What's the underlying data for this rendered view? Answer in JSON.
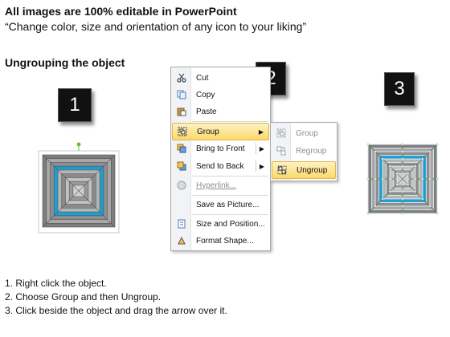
{
  "header": {
    "title": "All images are 100% editable in PowerPoint",
    "subtitle": "“Change color, size and orientation of any icon to your liking”"
  },
  "section_title": "Ungrouping the object",
  "steps_boxes": [
    "1",
    "2",
    "3"
  ],
  "context_menu": {
    "items": [
      {
        "label": "Cut",
        "icon": "scissors-icon",
        "disabled": false
      },
      {
        "label": "Copy",
        "icon": "copy-icon",
        "disabled": false
      },
      {
        "label": "Paste",
        "icon": "paste-icon",
        "disabled": false
      },
      {
        "label": "Group",
        "icon": "group-icon",
        "has_submenu": true,
        "highlighted": true
      },
      {
        "label": "Bring to Front",
        "icon": "bring-to-front-icon",
        "has_submenu": true
      },
      {
        "label": "Send to Back",
        "icon": "send-to-back-icon",
        "has_submenu": true
      },
      {
        "label": "Hyperlink...",
        "icon": "hyperlink-icon",
        "disabled": true
      },
      {
        "label": "Save as Picture...",
        "icon": "",
        "disabled": false
      },
      {
        "label": "Size and Position...",
        "icon": "size-position-icon",
        "disabled": false
      },
      {
        "label": "Format Shape...",
        "icon": "format-shape-icon",
        "disabled": false
      }
    ]
  },
  "submenu": {
    "items": [
      {
        "label": "Group",
        "icon": "group-icon",
        "disabled": true
      },
      {
        "label": "Regroup",
        "icon": "regroup-icon",
        "disabled": true
      },
      {
        "label": "Ungroup",
        "icon": "ungroup-icon",
        "highlighted": true
      }
    ]
  },
  "instructions": [
    "1.  Right click the object.",
    "2.  Choose Group and then Ungroup.",
    "3.  Click beside the object and drag the arrow over it."
  ],
  "colors": {
    "menu_highlight": "#fbd96a",
    "square_gray": "#9a9a9a",
    "square_blue": "#1f9fd1",
    "handle_green": "#6abf3a"
  }
}
